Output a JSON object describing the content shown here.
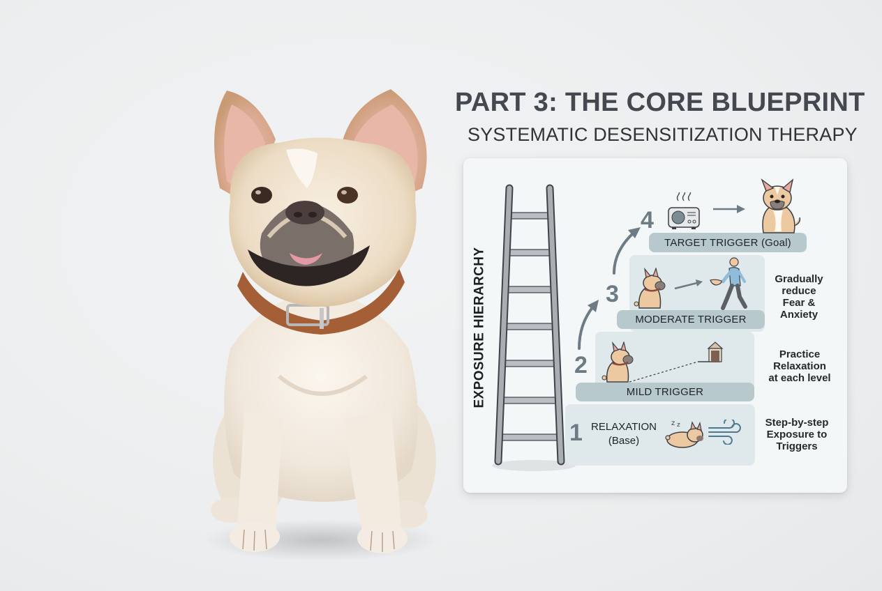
{
  "header": {
    "title": "PART 3: THE CORE BLUEPRINT",
    "subtitle": "SYSTEMATIC DESENSITIZATION THERAPY"
  },
  "diagram": {
    "vertical_label": "EXPOSURE HIERARCHY",
    "ladder_rungs": 7,
    "steps": [
      {
        "number": "1",
        "label": "RELAXATION",
        "sublabel": "(Base)",
        "icons": [
          "sleeping-dog-icon",
          "wind-icon"
        ]
      },
      {
        "number": "2",
        "label": "MILD TRIGGER",
        "icons": [
          "sitting-dog-icon",
          "doghouse-icon"
        ]
      },
      {
        "number": "3",
        "label": "MODERATE TRIGGER",
        "icons": [
          "sitting-dog-icon",
          "arrow-right-icon",
          "person-walking-icon"
        ]
      },
      {
        "number": "4",
        "label": "TARGET TRIGGER (Goal)",
        "icons": [
          "radio-noise-icon",
          "arrow-right-icon",
          "calm-dog-icon"
        ]
      }
    ],
    "side_notes": [
      "Gradually reduce Fear & Anxiety",
      "Practice Relaxation at each level",
      "Step-by-step Exposure to Triggers"
    ],
    "side_notes_lines": [
      [
        "Gradually",
        "reduce",
        "Fear &",
        "Anxiety"
      ],
      [
        "Practice",
        "Relaxation",
        "at each level"
      ],
      [
        "Step-by-step",
        "Exposure to",
        "Triggers"
      ]
    ]
  },
  "photo": {
    "subject": "french-bulldog-photo"
  },
  "colors": {
    "background": "#eceeef",
    "panel": "#f4f7f8",
    "step_box": "#dfe8ea",
    "step_bar": "#b8c9ce",
    "accent_gray": "#6d7b84",
    "title": "#44494f"
  }
}
